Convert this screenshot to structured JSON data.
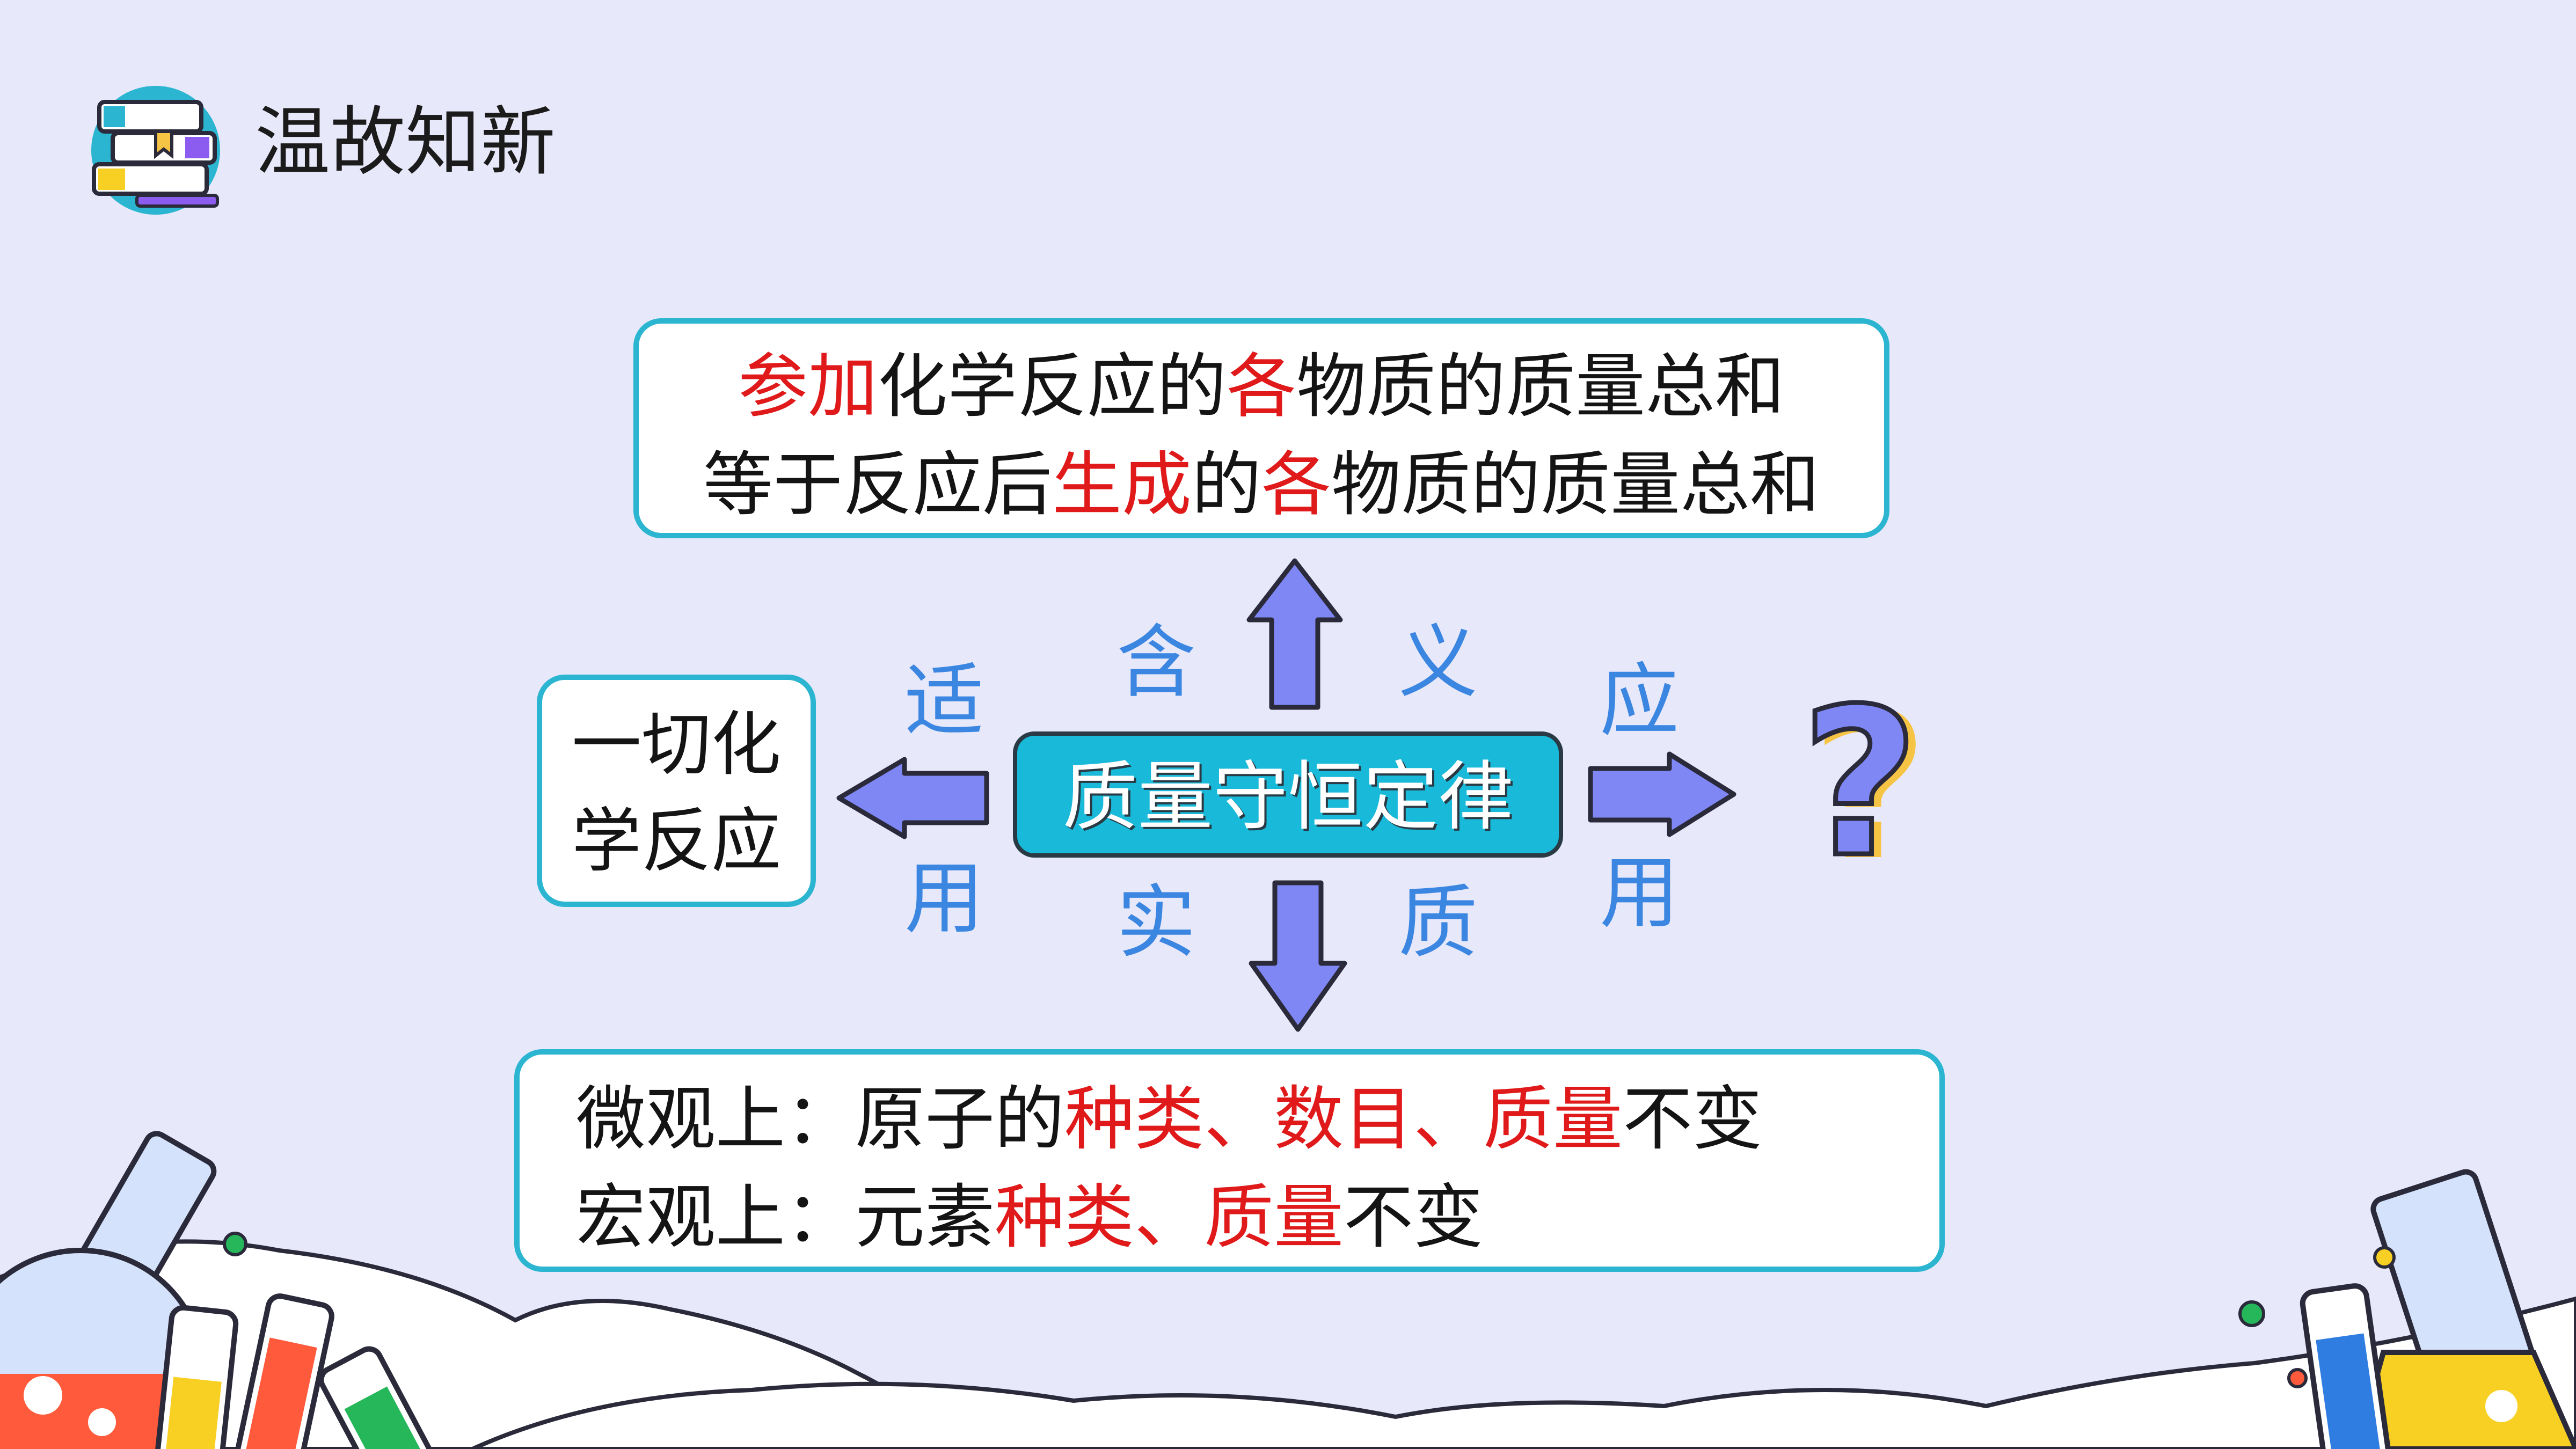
{
  "header": {
    "title": "温故知新",
    "icon": "books-icon"
  },
  "center": {
    "label": "质量守恒定律"
  },
  "top_box": {
    "line1": [
      {
        "text": "参加",
        "red": true
      },
      {
        "text": "化学反应的",
        "red": false
      },
      {
        "text": "各",
        "red": true
      },
      {
        "text": "物质的质量总和",
        "red": false
      }
    ],
    "line2": [
      {
        "text": "等于反应后",
        "red": false
      },
      {
        "text": "生成",
        "red": true
      },
      {
        "text": "的",
        "red": false
      },
      {
        "text": "各",
        "red": true
      },
      {
        "text": "物质的质量总和",
        "red": false
      }
    ]
  },
  "left_box": {
    "line1": "一切化",
    "line2": "学反应"
  },
  "bottom_box": {
    "line1": [
      {
        "text": "微观上：原子的",
        "red": false
      },
      {
        "text": "种类、数目、质量",
        "red": true
      },
      {
        "text": "不变",
        "red": false
      }
    ],
    "line2": [
      {
        "text": "宏观上：元素",
        "red": false
      },
      {
        "text": "种类、质量",
        "red": true
      },
      {
        "text": "不变",
        "red": false
      }
    ]
  },
  "labels": {
    "meaning_1": "含",
    "meaning_2": "义",
    "scope_1": "适",
    "scope_2": "用",
    "essence_1": "实",
    "essence_2": "质",
    "application_1": "应",
    "application_2": "用"
  },
  "right_symbol": "?",
  "colors": {
    "background": "#e8e8fb",
    "box_border": "#2bb5d0",
    "center_fill": "#19b9d9",
    "arrow_fill": "#7f87f5",
    "highlight_red": "#e01a1a",
    "label_blue": "#3b86e0",
    "question_fill": "#7f87f5",
    "question_shadow": "#f6c445"
  }
}
